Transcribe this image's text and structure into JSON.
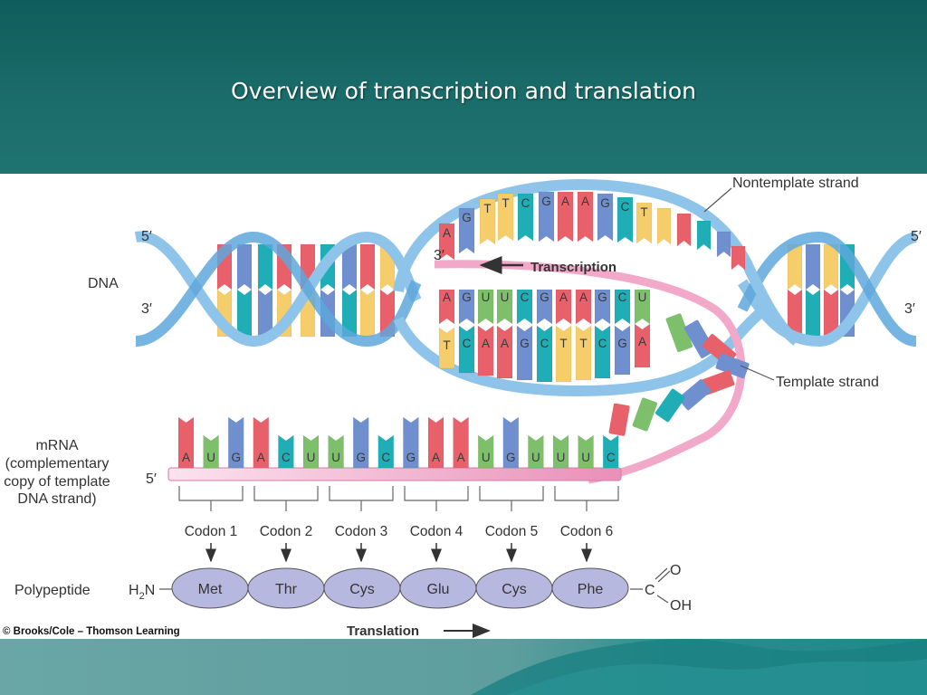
{
  "slide": {
    "title": "Overview of transcription and translation"
  },
  "figure": {
    "labels": {
      "dna": "DNA",
      "five_prime_left": "5′",
      "three_prime_left": "3′",
      "five_prime_right": "5′",
      "three_prime_right": "3′",
      "three_prime_inner": "3′",
      "nontemplate": "Nontemplate strand",
      "template": "Template strand",
      "transcription": "Transcription",
      "mrna_lines": [
        "mRNA",
        "(complementary",
        "copy of template",
        "DNA strand)"
      ],
      "mrna_five_prime": "5′",
      "polypeptide": "Polypeptide",
      "h2n_h": "H",
      "h2n_sub": "2",
      "h2n_n": "N",
      "carboxyl_c": "C",
      "carboxyl_o": "O",
      "carboxyl_oh": "OH",
      "translation": "Translation",
      "copyright": "© Brooks/Cole – Thomson Learning"
    },
    "nontemplate_bases": [
      "A",
      "G",
      "T",
      "T",
      "C",
      "G",
      "A",
      "A",
      "G",
      "C",
      "T"
    ],
    "mrna_top_bases": [
      "A",
      "G",
      "U",
      "U",
      "C",
      "G",
      "A",
      "A",
      "G",
      "C",
      "U"
    ],
    "template_bases": [
      "T",
      "C",
      "A",
      "A",
      "G",
      "C",
      "T",
      "T",
      "C",
      "G",
      "A"
    ],
    "mrna_bases": [
      "A",
      "U",
      "G",
      "A",
      "C",
      "U",
      "U",
      "G",
      "C",
      "G",
      "A",
      "A",
      "U",
      "G",
      "U",
      "U",
      "U",
      "C"
    ],
    "codons": [
      "Codon 1",
      "Codon 2",
      "Codon 3",
      "Codon 4",
      "Codon 5",
      "Codon 6"
    ],
    "amino_acids": [
      "Met",
      "Thr",
      "Cys",
      "Glu",
      "Cys",
      "Phe"
    ],
    "colors": {
      "A": "#e8606a",
      "T": "#f5cd6a",
      "U": "#7dbf6b",
      "G": "#6f8fcf",
      "C": "#1faeb6",
      "backbone": "#8ec3ea",
      "mrna_backbone": "#f2a8c8",
      "amino_acid": "#b7b8df"
    }
  }
}
